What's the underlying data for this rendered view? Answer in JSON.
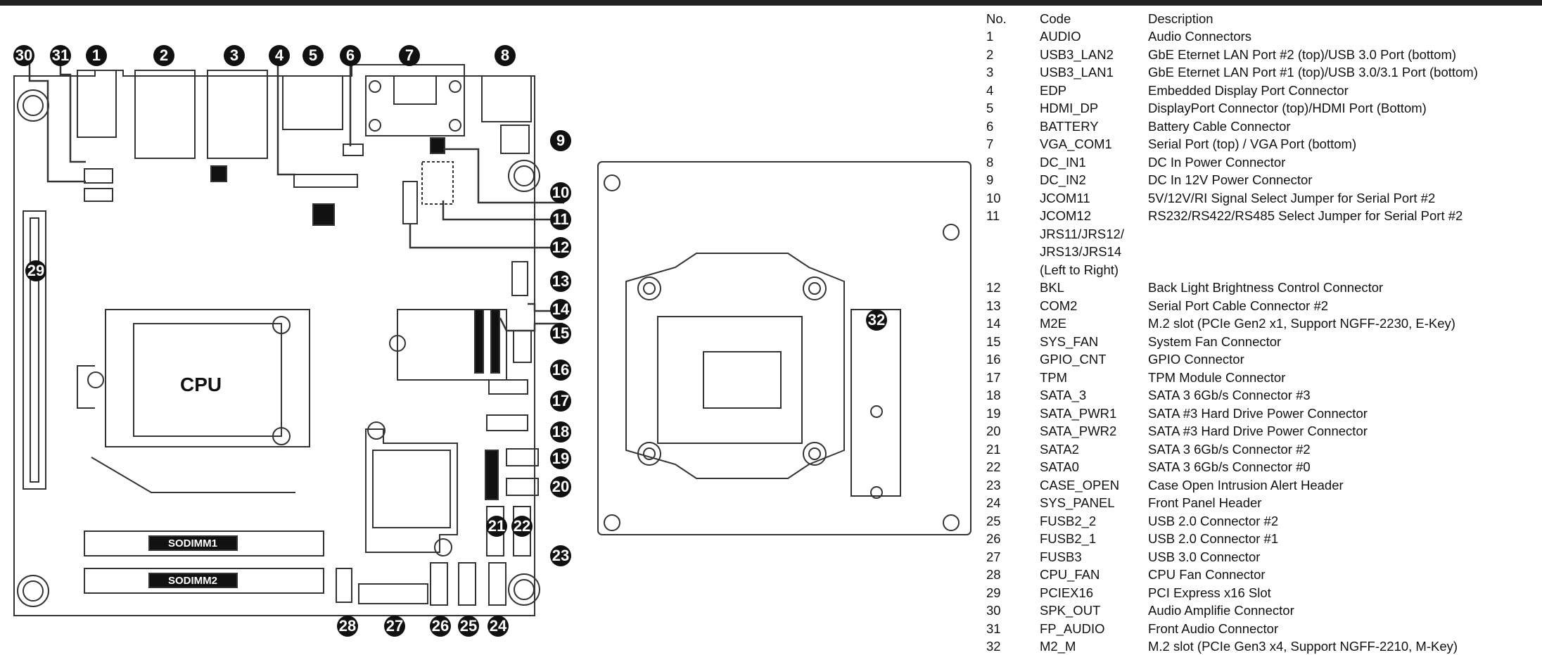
{
  "theme": {
    "topbar": "#222222",
    "line": "#333333",
    "marker": "#111111",
    "marker_text": "#ffffff"
  },
  "board": {
    "cpu_label": "CPU",
    "sodimm1_label": "SODIMM1",
    "sodimm2_label": "SODIMM2"
  },
  "markers": [
    "1",
    "2",
    "3",
    "4",
    "5",
    "6",
    "7",
    "8",
    "9",
    "10",
    "11",
    "12",
    "13",
    "14",
    "15",
    "16",
    "17",
    "18",
    "19",
    "20",
    "21",
    "22",
    "23",
    "24",
    "25",
    "26",
    "27",
    "28",
    "29",
    "30",
    "31",
    "32"
  ],
  "legend": {
    "header": {
      "no": "No.",
      "code": "Code",
      "description": "Description"
    },
    "rows": [
      {
        "no": "1",
        "code": "AUDIO",
        "desc": "Audio Connectors"
      },
      {
        "no": "2",
        "code": "USB3_LAN2",
        "desc": " GbE Eternet LAN Port #2 (top)/USB 3.0 Port (bottom)"
      },
      {
        "no": "3",
        "code": "USB3_LAN1",
        "desc": " GbE Eternet LAN Port #1 (top)/USB 3.0/3.1 Port (bottom)"
      },
      {
        "no": "4",
        "code": "EDP",
        "desc": "Embedded Display Port Connector"
      },
      {
        "no": "5",
        "code": "HDMI_DP",
        "desc": "DisplayPort Connector (top)/HDMI Port (Bottom)"
      },
      {
        "no": "6",
        "code": "BATTERY",
        "desc": "Battery Cable Connector"
      },
      {
        "no": "7",
        "code": "VGA_COM1",
        "desc": "Serial Port (top) / VGA Port (bottom)"
      },
      {
        "no": "8",
        "code": "DC_IN1",
        "desc": "DC In Power Connector"
      },
      {
        "no": "9",
        "code": "DC_IN2",
        "desc": "DC In 12V Power Connector"
      },
      {
        "no": "10",
        "code": "JCOM11",
        "desc": "5V/12V/RI Signal Select Jumper for Serial Port #2"
      },
      {
        "no": "11",
        "code": "JCOM12",
        "desc": "RS232/RS422/RS485 Select Jumper for Serial Port #2"
      },
      {
        "no": "",
        "code": "JRS11/JRS12/",
        "desc": ""
      },
      {
        "no": "",
        "code": "JRS13/JRS14",
        "desc": ""
      },
      {
        "no": "",
        "code": "(Left to Right)",
        "desc": ""
      },
      {
        "no": "12",
        "code": "BKL",
        "desc": "Back Light Brightness Control Connector"
      },
      {
        "no": "13",
        "code": "COM2",
        "desc": "Serial Port Cable Connector #2"
      },
      {
        "no": "14",
        "code": "M2E",
        "desc": "M.2 slot (PCIe Gen2 x1,  Support NGFF-2230, E-Key)"
      },
      {
        "no": "15",
        "code": "SYS_FAN",
        "desc": "System Fan Connector"
      },
      {
        "no": "16",
        "code": "GPIO_CNT",
        "desc": "GPIO Connector"
      },
      {
        "no": "17",
        "code": "TPM",
        "desc": "TPM Module Connector"
      },
      {
        "no": "18",
        "code": "SATA_3",
        "desc": "SATA 3 6Gb/s Connector #3"
      },
      {
        "no": "19",
        "code": "SATA_PWR1",
        "desc": "SATA #3 Hard Drive Power Connector"
      },
      {
        "no": "20",
        "code": "SATA_PWR2",
        "desc": "SATA #3 Hard Drive Power Connector"
      },
      {
        "no": "21",
        "code": "SATA2",
        "desc": "SATA 3 6Gb/s Connector #2"
      },
      {
        "no": "22",
        "code": "SATA0",
        "desc": "SATA 3 6Gb/s Connector #0"
      },
      {
        "no": "23",
        "code": "CASE_OPEN",
        "desc": "Case Open Intrusion Alert Header"
      },
      {
        "no": "24",
        "code": "SYS_PANEL",
        "desc": "Front Panel  Header"
      },
      {
        "no": "25",
        "code": "FUSB2_2",
        "desc": "USB 2.0 Connector #2"
      },
      {
        "no": "26",
        "code": "FUSB2_1",
        "desc": "USB 2.0 Connector #1"
      },
      {
        "no": "27",
        "code": "FUSB3",
        "desc": "USB 3.0 Connector"
      },
      {
        "no": "28",
        "code": "CPU_FAN",
        "desc": "CPU Fan Connector"
      },
      {
        "no": "29",
        "code": "PCIEX16",
        "desc": "PCI Express x16 Slot"
      },
      {
        "no": "30",
        "code": "SPK_OUT",
        "desc": "Audio Amplifie Connector"
      },
      {
        "no": "31",
        "code": "FP_AUDIO",
        "desc": "Front Audio Connector"
      },
      {
        "no": "32",
        "code": "M2_M",
        "desc": "M.2 slot (PCIe Gen3 x4, Support NGFF-2210, M-Key)"
      }
    ]
  }
}
